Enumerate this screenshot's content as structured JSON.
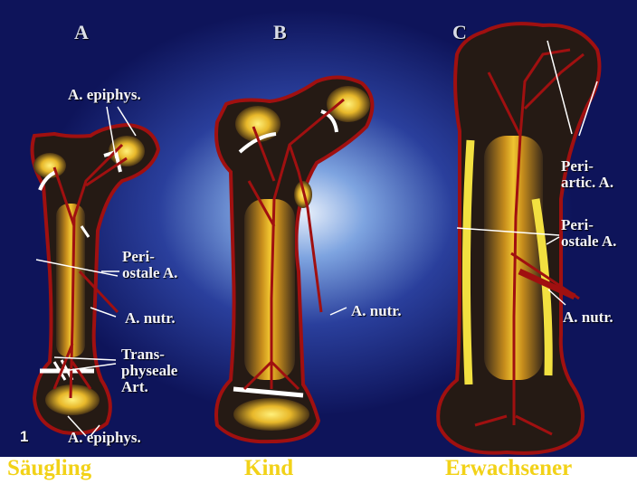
{
  "panels": [
    {
      "letter": "A",
      "caption": "Säugling"
    },
    {
      "letter": "B",
      "caption": "Kind"
    },
    {
      "letter": "C",
      "caption": "Erwachsener"
    }
  ],
  "figure_number": "1",
  "labels": {
    "a_epiphys_top": "A. epiphys.",
    "a_periostale": "Peri-\nostale A.",
    "a_nutr": "A. nutr.",
    "a_transphyseale": "Trans-\nphyseale\nArt.",
    "a_epiphys_bottom": "A. epiphys.",
    "b_nutr": "A. nutr.",
    "c_periartic": "Peri-\nartic. A.",
    "c_periostale": "Peri-\nostale A.",
    "c_nutr": "A. nutr."
  },
  "colors": {
    "background_dark": "#0e145a",
    "background_glow": "#e6eefa",
    "artery": "#a01010",
    "epiphysis": "#e8b82a",
    "caption_text": "#f2d218"
  }
}
